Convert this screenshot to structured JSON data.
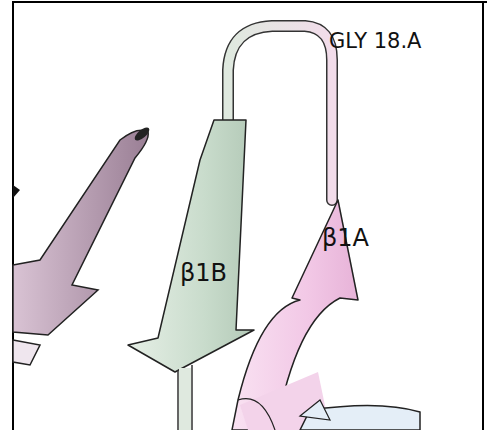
{
  "diagram": {
    "labels": [
      "GLY 18.A",
      "β1B",
      "β1A"
    ]
  }
}
